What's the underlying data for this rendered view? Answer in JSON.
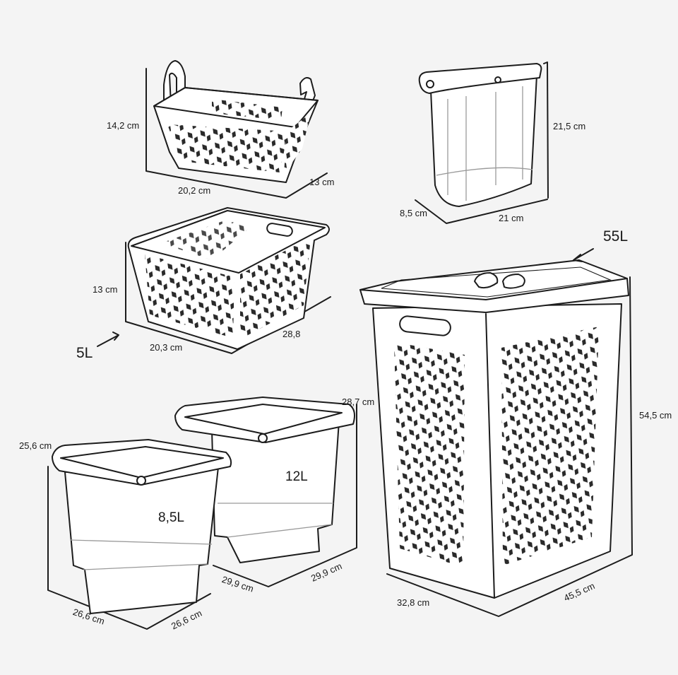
{
  "small_basket": {
    "height": "14,2 cm",
    "width": "20,2 cm",
    "depth": "13 cm"
  },
  "narrow_container": {
    "height": "21,5 cm",
    "depth": "8,5 cm",
    "width": "21 cm"
  },
  "basket_5l": {
    "capacity": "5L",
    "height": "13 cm",
    "width": "20,3 cm",
    "length": "28,8"
  },
  "bucket_12l": {
    "capacity": "12L",
    "height": "28,7 cm",
    "depth": "29,9 cm",
    "width": "29,9 cm"
  },
  "bucket_8_5l": {
    "capacity": "8,5L",
    "height": "25,6 cm",
    "depth": "26,6 cm",
    "width": "26,6 cm"
  },
  "hamper_55l": {
    "capacity": "55L",
    "height": "54,5 cm",
    "depth": "32,8 cm",
    "width": "45,5 cm"
  }
}
